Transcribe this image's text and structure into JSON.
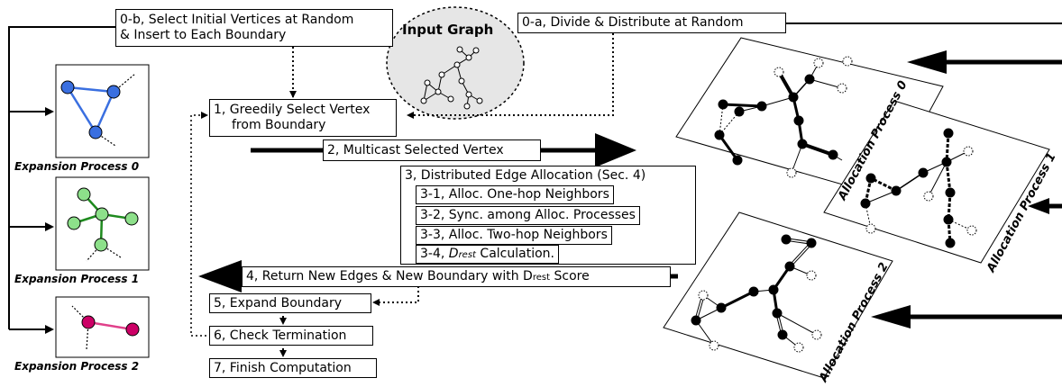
{
  "steps": {
    "s0b_line1": "0-b, Select Initial Vertices at Random",
    "s0b_line2": "& Insert to Each Boundary",
    "s0a": "0-a, Divide & Distribute at Random",
    "input_graph": "Input Graph",
    "s1_line1": "1, Greedily Select Vertex",
    "s1_line2": "from Boundary",
    "s2": "2, Multicast Selected Vertex",
    "s3": "3, Distributed Edge Allocation (Sec. 4)",
    "s3_1": "3-1, Alloc. One-hop Neighbors",
    "s3_2": "3-2, Sync. among Alloc. Processes",
    "s3_3": "3-3, Alloc. Two-hop Neighbors",
    "s3_4_prefix": "3-4, ",
    "s3_4_d": "D",
    "s3_4_sub": "rest",
    "s3_4_suffix": " Calculation.",
    "s4_prefix": "4, Return New Edges & New Boundary with D",
    "s4_sub": "rest",
    "s4_suffix": " Score",
    "s5": "5, Expand Boundary",
    "s6": "6, Check Termination",
    "s7": "7, Finish Computation"
  },
  "expansion": [
    "Expansion Process 0",
    "Expansion Process 1",
    "Expansion Process 2"
  ],
  "allocation": [
    "Allocation Process 0",
    "Allocation Process 1",
    "Allocation Process 2"
  ],
  "colors": {
    "blue": "#3a6fe0",
    "green": "#8de08a",
    "green_edge": "#1e8a1e",
    "pink": "#cc0066",
    "pink_edge": "#e0408a",
    "graph_bg": "#e6e6e6"
  }
}
